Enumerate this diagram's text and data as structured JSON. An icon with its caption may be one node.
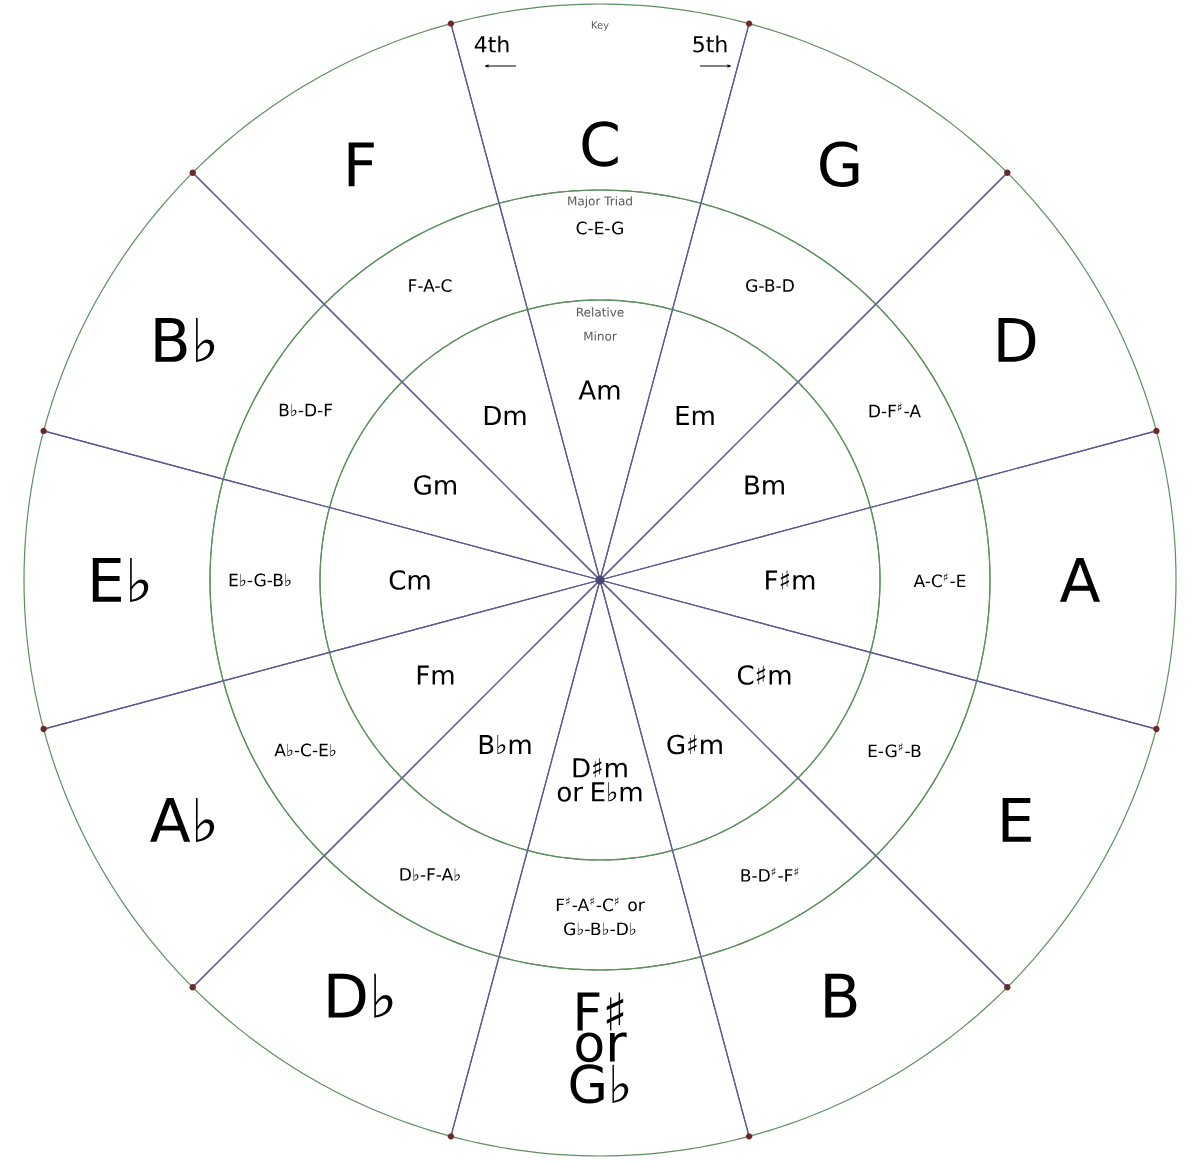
{
  "diagram": {
    "nodes": [
      {
        "text": [
          "C"
        ]
      },
      {
        "text": [
          "G"
        ]
      },
      {
        "text": [
          "D"
        ]
      },
      {
        "text": [
          "A"
        ]
      },
      {
        "text": [
          "E"
        ]
      },
      {
        "text": [
          "B"
        ]
      },
      {
        "text": [
          "F♯ or G♭"
        ]
      },
      {
        "text": [
          "D♭"
        ]
      },
      {
        "text": [
          "A♭"
        ]
      },
      {
        "text": [
          "E♭"
        ]
      },
      {
        "text": [
          "B♭"
        ]
      },
      {
        "text": [
          "F"
        ]
      },
      {
        "text": [
          "C-E-G"
        ]
      },
      {
        "text": [
          "G-B-D"
        ]
      },
      {
        "text": [
          "D-F$^{♯}$-A"
        ]
      },
      {
        "text": [
          "A-C$^{♯}$-E"
        ]
      },
      {
        "text": [
          "E-G$^{♯}$-B"
        ]
      },
      {
        "text": [
          "B-D$^{♯}$-F$^{♯}$"
        ]
      },
      {
        "text": [
          "F$^{♯}$-A$^{♯}$-C$^{♯}$ or G♭-B♭-D♭"
        ]
      },
      {
        "text": [
          "D♭-F-A♭"
        ]
      },
      {
        "text": [
          "A♭-C-E♭"
        ]
      },
      {
        "text": [
          "E♭-G-B♭"
        ]
      },
      {
        "text": [
          "B♭-D-F"
        ]
      },
      {
        "text": [
          "F-A-C"
        ]
      },
      {
        "text": [
          "Am"
        ]
      },
      {
        "text": [
          "Em"
        ]
      },
      {
        "text": [
          "Bm"
        ]
      },
      {
        "text": [
          "F♯m"
        ]
      },
      {
        "text": [
          "C♯m"
        ]
      },
      {
        "text": [
          "G♯m"
        ]
      },
      {
        "text": [
          "D♯m or E♭m"
        ]
      },
      {
        "text": [
          "B♭m"
        ]
      },
      {
        "text": [
          "Fm"
        ]
      },
      {
        "text": [
          "Cm"
        ]
      },
      {
        "text": [
          "Gm"
        ]
      },
      {
        "text": [
          "Dm"
        ]
      }
    ],
    "labels": [
      "Key",
      "4th",
      "5th",
      "Major Triad",
      "Relative Minor"
    ]
  }
}
